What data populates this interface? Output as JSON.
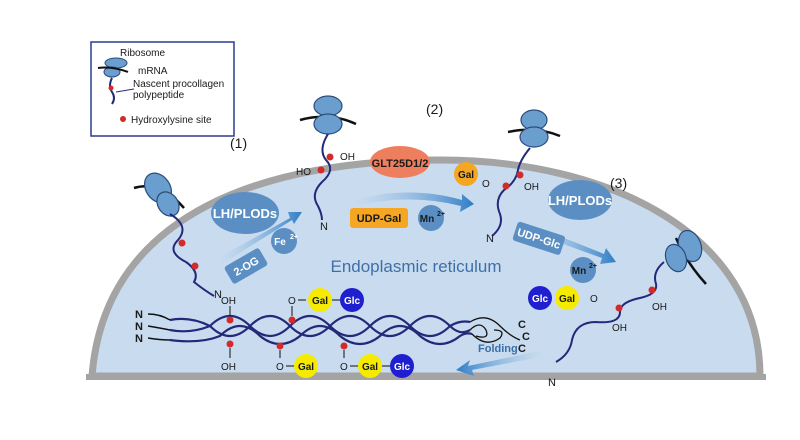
{
  "legend": {
    "ribosome": "Ribosome",
    "mrna": "mRNA",
    "polypeptide_line1": "Nascent procollagen",
    "polypeptide_line2": "polypeptide",
    "hydroxylysine": "Hydroxylysine site"
  },
  "steps": {
    "step1": "(1)",
    "step2": "(2)",
    "step3": "(3)"
  },
  "compartment": "Endoplasmic reticulum",
  "enzymes": {
    "lh_plods_1": "LH/PLODs",
    "og2": "2-OG",
    "fe_base": "Fe",
    "fe_sup": "2+",
    "glt": "GLT25D1/2",
    "udp_gal": "UDP-Gal",
    "mn_base_1": "Mn",
    "mn_sup_1": "2+",
    "lh_plods_2": "LH/PLODs",
    "udp_glc": "UDP-Glc",
    "mn_base_2": "Mn",
    "mn_sup_2": "2+"
  },
  "chain_labels": {
    "n1": "N",
    "n2": "N",
    "n3": "N",
    "n4": "N",
    "ho": "HO",
    "oh_a": "OH",
    "o_a": "O",
    "oh_b": "OH",
    "o_b": "O",
    "oh_c": "OH",
    "oh_d": "OH"
  },
  "sugars": {
    "gal": "Gal",
    "glc": "Glc"
  },
  "collagen": {
    "n_ends": [
      "N",
      "N",
      "N"
    ],
    "c_ends": [
      "C",
      "C",
      "C"
    ],
    "oh_top": "OH",
    "o_top": "O",
    "oh_bottom": "OH",
    "o_bottom1": "O",
    "o_bottom2": "O"
  },
  "folding": "Folding",
  "colors": {
    "er_fill": "#c9dcef",
    "er_border": "#9a9a9a",
    "enzyme_blue": "#5b8fc4",
    "glt_fill": "#ee7f5e",
    "udp_gal_fill": "#f5a623",
    "gal_fill": "#f5ea00",
    "glc_fill": "#1f1fd0",
    "hyl_site": "#d42a2a",
    "chain": "#23297a",
    "arrow": "#3a82c4"
  }
}
